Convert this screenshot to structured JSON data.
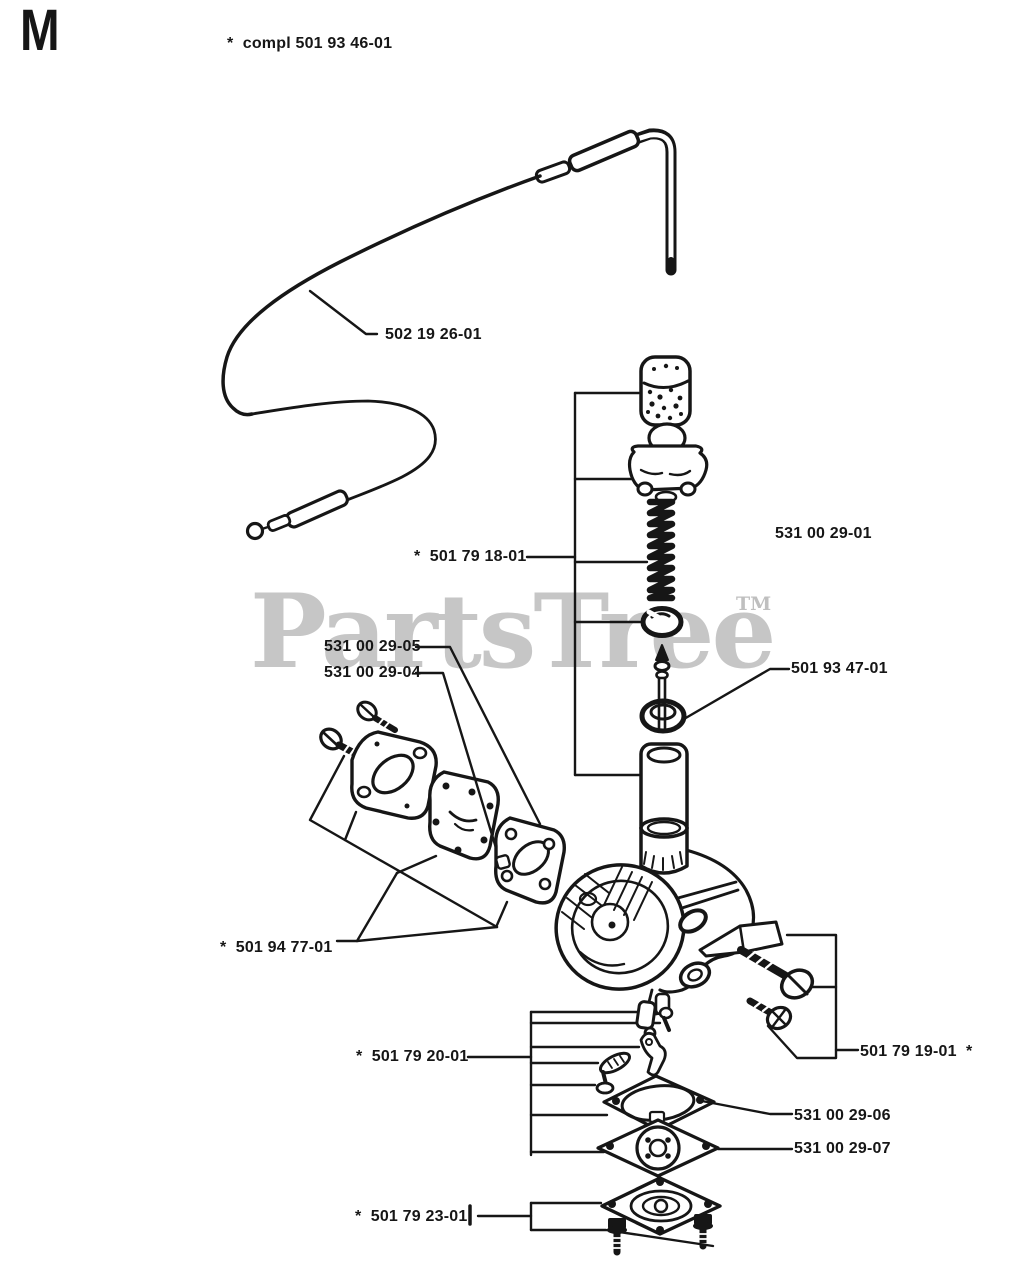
{
  "colors": {
    "ink": "#161616",
    "watermark": "#c6c6c6",
    "watermark_tm": "#bfbfbf",
    "background": "#ffffff"
  },
  "watermark": {
    "text": "PartsTree",
    "tm": "TM"
  },
  "labels": {
    "corner_letter": "M",
    "top_note": "*  compl 501 93 46-01",
    "cable": "502 19 26-01",
    "valve_assembly": "*  501 79 18-01",
    "screw_kit": "531 00 29-01",
    "gasket_05": "531 00 29-05",
    "gasket_04": "531 00 29-04",
    "needle": "501 93 47-01",
    "gasket_set": "*  501 94 77-01",
    "repair_kit": "*  501 79 20-01",
    "adjust_screws": "501 79 19-01  *",
    "pump_gasket": "531 00 29-06",
    "pump_diaphragm": "531 00 29-07",
    "pump_cover": "*  501 79 23-01"
  }
}
